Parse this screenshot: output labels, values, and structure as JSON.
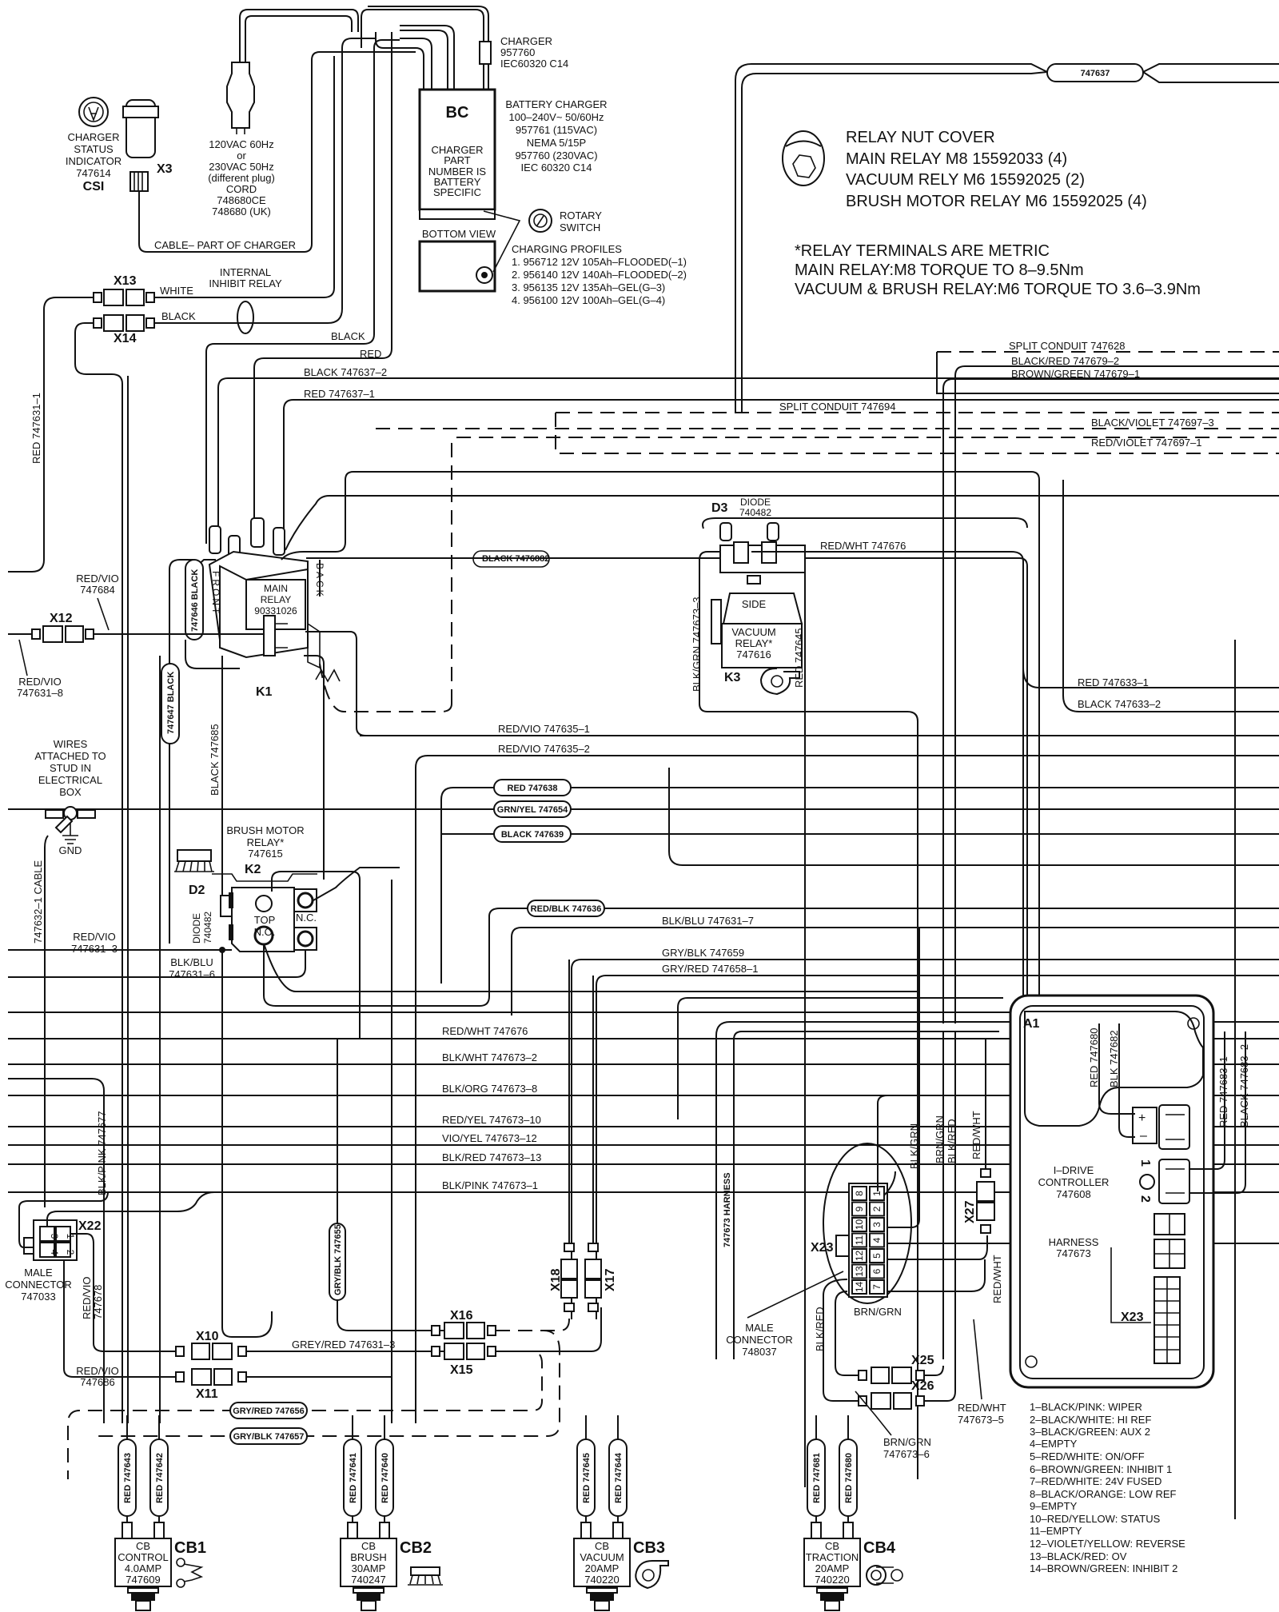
{
  "charger": {
    "csi": {
      "label_lines": [
        "CHARGER",
        "STATUS",
        "INDICATOR",
        "747614"
      ],
      "tag": "CSI"
    },
    "x3": "X3",
    "cord": {
      "lines": [
        "120VAC 60Hz",
        "or",
        "230VAC 50Hz",
        "(different plug)",
        "CORD",
        "748680CE",
        "748680 (UK)"
      ]
    },
    "cable_note": "CABLE– PART OF CHARGER",
    "iec_label": [
      "CHARGER",
      "957760",
      "IEC60320 C14"
    ],
    "bc_tag": "BC",
    "bc_inner": [
      "CHARGER",
      "PART",
      "NUMBER IS",
      "BATTERY",
      "SPECIFIC"
    ],
    "bc_desc": [
      "BATTERY CHARGER",
      "100–240V~ 50/60Hz",
      "957761 (115VAC)",
      "NEMA 5/15P",
      "957760 (230VAC)",
      "IEC 60320 C14"
    ],
    "bottom_view": "BOTTOM VIEW",
    "rotary_switch": [
      "ROTARY",
      "SWITCH"
    ],
    "profiles_title": "CHARGING PROFILES",
    "profiles": [
      "1. 956712 12V 105Ah–FLOODED(–1)",
      "2. 956140 12V 140Ah–FLOODED(–2)",
      "3. 956135 12V 135Ah–GEL(G–3)",
      "4. 956100 12V 100Ah–GEL(G–4)"
    ]
  },
  "relay_nut_cover": {
    "lines": [
      "RELAY NUT COVER",
      "MAIN RELAY M8 15592033 (4)",
      "VACUUM RELY M6 15592025 (2)",
      "BRUSH MOTOR RELAY M6 15592025 (4)"
    ]
  },
  "torque_note": {
    "lines": [
      "*RELAY TERMINALS ARE METRIC",
      "MAIN RELAY:M8 TORQUE TO 8–9.5Nm",
      "VACUUM & BRUSH RELAY:M6 TORQUE TO 3.6–3.9Nm"
    ]
  },
  "harness_tag_top": "747637",
  "inhibit_relay": [
    "INTERNAL",
    "INHIBIT RELAY"
  ],
  "connectors": {
    "x13": "X13",
    "x14": "X14",
    "x12": "X12",
    "x22": "X22",
    "x10": "X10",
    "x11": "X11",
    "x16": "X16",
    "x15": "X15",
    "x18": "X18",
    "x17": "X17",
    "x23": "X23",
    "x25": "X25",
    "x26": "X26",
    "x27": "X27"
  },
  "main_relay": {
    "tag": "K1",
    "lines": [
      "MAIN",
      "RELAY",
      "90331026"
    ],
    "front": "FRONT",
    "back": "BACK"
  },
  "vacuum_relay": {
    "tag": "K3",
    "side": "SIDE",
    "lines": [
      "VACUUM",
      "RELAY*",
      "747616"
    ],
    "diode_tag": "D3",
    "diode": [
      "DIODE",
      "740482"
    ]
  },
  "brush_relay": {
    "tag": "K2",
    "title": [
      "BRUSH MOTOR",
      "RELAY*",
      "747615"
    ],
    "diode_tag": "D2",
    "diode": [
      "DIODE",
      "740482"
    ],
    "top": "TOP",
    "no": "N.O.",
    "nc": "N.C."
  },
  "ground": {
    "note": [
      "WIRES",
      "ATTACHED TO",
      "STUD IN",
      "ELECTRICAL",
      "BOX"
    ],
    "gnd": "GND"
  },
  "wire_labels": {
    "white": "WHITE",
    "black1": "BLACK",
    "black2": "BLACK",
    "red": "RED",
    "black_747637_2": "BLACK 747637–2",
    "red_747637_1": "RED 747637–1",
    "red_747631_1": "RED 747631–1",
    "redvio_747684": [
      "RED/VIO",
      "747684"
    ],
    "redvio_747631_8": [
      "RED/VIO",
      "747631–8"
    ],
    "split_conduit_747628": "SPLIT CONDUIT 747628",
    "blackred_747679_2": "BLACK/RED 747679–2",
    "browngreen_747679_1": "BROWN/GREEN 747679–1",
    "split_conduit_747694": "SPLIT CONDUIT 747694",
    "blackviolet_747697_3": "BLACK/VIOLET 747697–3",
    "redviolet_747697_1": "RED/VIOLET 747697–1",
    "black_7476882": "BLACK 7476882",
    "redwht_747676_top": "RED/WHT 747676",
    "blkgrn_747673_3": "BLK/GRN 747673–3",
    "red_747645_k3": "RED 747645",
    "red_747633_1": "RED 747633–1",
    "black_747633_2": "BLACK 747633–2",
    "black_747646": "747646 BLACK",
    "black_747647": "747647 BLACK",
    "black_747685": "BLACK 747685",
    "redvio_747635_1": "RED/VIO 747635–1",
    "redvio_747635_2": "RED/VIO 747635–2",
    "red_747638": "RED 747638",
    "grnyel_747654": "GRN/YEL 747654",
    "black_747639": "BLACK 747639",
    "redblk_747636": "RED/BLK 747636",
    "blkblu_747631_7": "BLK/BLU 747631–7",
    "gryblk_747659": "GRY/BLK 747659",
    "gryred_747658_1": "GRY/RED 747658–1",
    "cable_747632_1": "747632–1 CABLE",
    "redvio_747631_3": [
      "RED/VIO",
      "747631–3"
    ],
    "blkblu_747631_6": [
      "BLK/BLU",
      "747631–6"
    ],
    "redwht_747676": "RED/WHT 747676",
    "blkwht_747673_2": "BLK/WHT 747673–2",
    "blkorg_747673_8": "BLK/ORG 747673–8",
    "redyel_747673_10": "RED/YEL 747673–10",
    "vioyel_747673_12": "VIO/YEL 747673–12",
    "blkred_747673_13": "BLK/RED 747673–13",
    "blkpink_747673_1": "BLK/PINK 747673–1",
    "blkpink_747677": "BLK/PINK 747677",
    "gryblk_747655": "GRY/BLK 747655",
    "redvio_747678": [
      "RED/VIO",
      "747678"
    ],
    "redvio_747686": [
      "RED/VIO",
      "747686"
    ],
    "greyred_747631_3": "GREY/RED 747631–3",
    "gryred_747656": "GRY/RED 747656",
    "gryblk_747657": "GRY/BLK 747657",
    "harness_747673_v": "747673 HARNESS",
    "blk_grn": "BLK/GRN",
    "brn_grn": "BRN/GRN",
    "blk_red": "BLK/RED",
    "red_wht": "RED/WHT",
    "red_wht2": "RED/WHT",
    "blk_red2": "BLK/RED",
    "brn_grn2": "BRN/GRN",
    "male_connector_748037": [
      "MALE",
      "CONNECTOR",
      "748037"
    ],
    "male_connector_747033": [
      "MALE",
      "CONNECTOR",
      "747033"
    ],
    "brngrn_747673_6": [
      "BRN/GRN",
      "747673–6"
    ],
    "redwht_747673_5": [
      "RED/WHT",
      "747673–5"
    ],
    "red_747680": "RED 747680",
    "blk_747682": "BLK 747682",
    "red_747683_1": "RED 747683–1",
    "black_747683_2": "BLACK 747683–2"
  },
  "controller": {
    "tag": "A1",
    "lines": [
      "I–DRIVE",
      "CONTROLLER",
      "747608"
    ],
    "harness": [
      "HARNESS",
      "747673"
    ],
    "x23": "X23",
    "motor_1": "1",
    "motor_2": "2"
  },
  "x23_pins_left": [
    "8",
    "9",
    "10",
    "11",
    "12",
    "13",
    "14"
  ],
  "x23_pins_right": [
    "1",
    "2",
    "3",
    "4",
    "5",
    "6",
    "7"
  ],
  "x22_pins": [
    "3",
    "1",
    "4",
    "2"
  ],
  "pin_legend": [
    "1–BLACK/PINK: WIPER",
    "2–BLACK/WHITE: HI REF",
    "3–BLACK/GREEN: AUX 2",
    "4–EMPTY",
    "5–RED/WHITE: ON/OFF",
    "6–BROWN/GREEN: INHIBIT 1",
    "7–RED/WHITE: 24V FUSED",
    "8–BLACK/ORANGE: LOW REF",
    "9–EMPTY",
    "10–RED/YELLOW: STATUS",
    "11–EMPTY",
    "12–VIOLET/YELLOW: REVERSE",
    "13–BLACK/RED: OV",
    "14–BROWN/GREEN: INHIBIT 2"
  ],
  "breakers": [
    {
      "tag": "CB1",
      "lines": [
        "CB",
        "CONTROL",
        "4.0AMP",
        "747609"
      ],
      "wires": [
        "RED 747643",
        "RED 747642"
      ],
      "icon": "spring-icon"
    },
    {
      "tag": "CB2",
      "lines": [
        "CB",
        "BRUSH",
        "30AMP",
        "740247"
      ],
      "wires": [
        "RED 747641",
        "RED 747640"
      ],
      "icon": "brush-icon"
    },
    {
      "tag": "CB3",
      "lines": [
        "CB",
        "VACUUM",
        "20AMP",
        "740220"
      ],
      "wires": [
        "RED 747645",
        "RED 747644"
      ],
      "icon": "vacuum-fan-icon"
    },
    {
      "tag": "CB4",
      "lines": [
        "CB",
        "TRACTION",
        "20AMP",
        "740220"
      ],
      "wires": [
        "RED 747681",
        "RED 747680"
      ],
      "icon": "traction-motor-icon"
    }
  ]
}
